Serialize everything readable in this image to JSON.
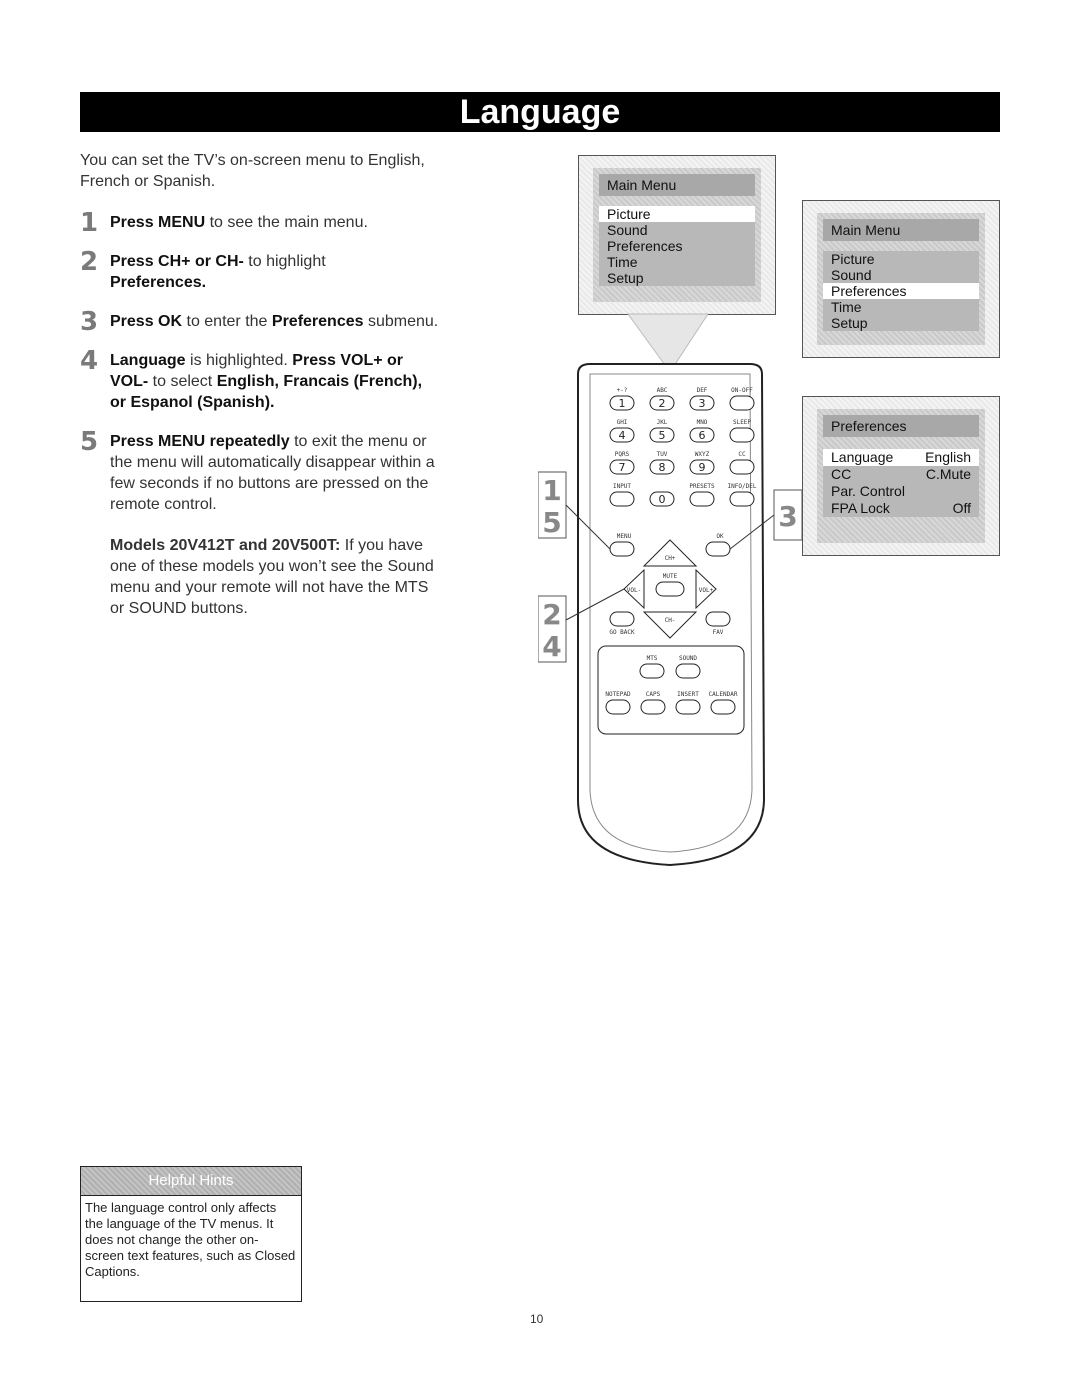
{
  "title": "Language",
  "intro": "You can set the TV’s on-screen menu to English, French or Spanish.",
  "steps": [
    {
      "num": "1",
      "lead": "Press MENU",
      "rest": " to see the main menu."
    },
    {
      "num": "2",
      "lead": "Press CH+ or CH-",
      "rest": " to highlight ",
      "tail": "Preferences."
    },
    {
      "num": "3",
      "lead": "Press OK",
      "rest": " to enter the ",
      "tail": "Preferences",
      "after": " submenu."
    },
    {
      "num": "4",
      "lead": "Language",
      "rest": " is highlighted. ",
      "tail": "Press VOL+ or VOL-",
      "after": " to select ",
      "tail2": "English, Francais (French), or Espanol (Spanish)."
    },
    {
      "num": "5",
      "lead": "Press MENU repeatedly",
      "rest": " to exit the menu or the menu will automatically disappear within a few seconds if no buttons are pressed on the remote control."
    }
  ],
  "models": {
    "lead": "Models 20V412T and 20V500T:",
    "rest": " If you have one of these models you won’t see the Sound menu and your remote will not have the MTS or SOUND buttons."
  },
  "screen1": {
    "title": "Main Menu",
    "items": [
      "Picture",
      "Sound",
      "Preferences",
      "Time",
      "Setup"
    ],
    "highlight": 0
  },
  "screen2": {
    "title": "Main Menu",
    "items": [
      "Picture",
      "Sound",
      "Preferences",
      "Time",
      "Setup"
    ],
    "highlight": 2
  },
  "screen3": {
    "title": "Preferences",
    "rows": [
      [
        "Language",
        "English"
      ],
      [
        "CC",
        "C.Mute"
      ],
      [
        "Par. Control",
        ""
      ],
      [
        "FPA Lock",
        "Off"
      ]
    ]
  },
  "remote": {
    "row1_labels": [
      "+-?",
      "ABC",
      "DEF",
      "ON-OFF"
    ],
    "row1_nums": [
      "1",
      "2",
      "3",
      ""
    ],
    "row2_labels": [
      "GHI",
      "JKL",
      "MNO",
      "SLEEP"
    ],
    "row2_nums": [
      "4",
      "5",
      "6",
      ""
    ],
    "row3_labels": [
      "PQRS",
      "TUV",
      "WXYZ",
      "CC"
    ],
    "row3_nums": [
      "7",
      "8",
      "9",
      ""
    ],
    "row4_labels": [
      "INPUT",
      "",
      "PRESETS",
      "INFO/DEL"
    ],
    "row4_nums": [
      "",
      "0",
      "",
      ""
    ],
    "menu": "MENU",
    "ok": "OK",
    "chp": "CH+",
    "chm": "CH-",
    "volm": "VOL-",
    "volp": "VOL+",
    "mute": "MUTE",
    "goback": "GO BACK",
    "fav": "FAV",
    "mts": "MTS",
    "sound": "SOUND",
    "bottom_labels": [
      "NOTEPAD",
      "CAPS",
      "INSERT",
      "CALENDAR"
    ]
  },
  "callouts": {
    "left_top": "1",
    "left_top2": "5",
    "left_bottom": "2",
    "left_bottom2": "4",
    "right": "3"
  },
  "hint": {
    "title": "Helpful Hints",
    "body": "The language control only affects the language of the TV menus. It does not change the other on-screen text features, such as Closed Captions."
  },
  "page_number": "10"
}
